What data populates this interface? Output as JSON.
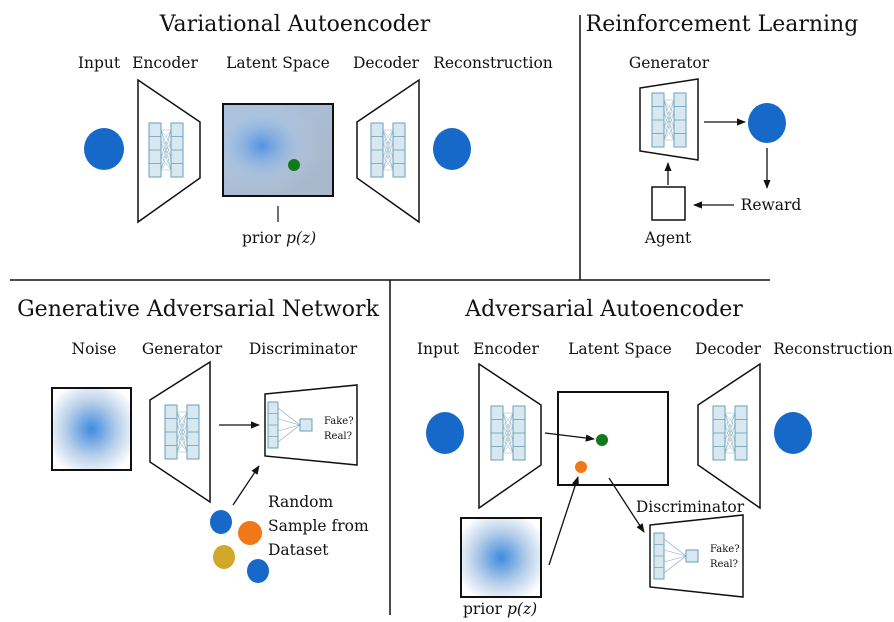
{
  "colors": {
    "blue": "#1669c9",
    "green": "#127a1c",
    "orange": "#f07818",
    "gold": "#d1a82a",
    "nn_fill": "#d8e8f0",
    "nn_stroke": "#6a9fb8",
    "gradient_center": "#4a90e2"
  },
  "vae": {
    "title": "Variational Autoencoder",
    "labels": {
      "input": "Input",
      "encoder": "Encoder",
      "latent": "Latent Space",
      "decoder": "Decoder",
      "reconstruction": "Reconstruction"
    },
    "prior": {
      "text": "prior",
      "math": "p(z)"
    }
  },
  "rl": {
    "title": "Reinforcement Learning",
    "labels": {
      "generator": "Generator",
      "reward": "Reward",
      "agent": "Agent"
    }
  },
  "gan": {
    "title": "Generative Adversarial Network",
    "labels": {
      "noise": "Noise",
      "generator": "Generator",
      "discriminator": "Discriminator",
      "fake": "Fake?",
      "real": "Real?"
    },
    "random_sample": [
      "Random",
      "Sample from",
      "Dataset"
    ]
  },
  "aae": {
    "title": "Adversarial Autoencoder",
    "labels": {
      "input": "Input",
      "encoder": "Encoder",
      "latent": "Latent Space",
      "decoder": "Decoder",
      "reconstruction": "Reconstruction",
      "discriminator": "Discriminator",
      "fake": "Fake?",
      "real": "Real?"
    },
    "prior": {
      "text": "prior",
      "math": "p(z)"
    }
  }
}
